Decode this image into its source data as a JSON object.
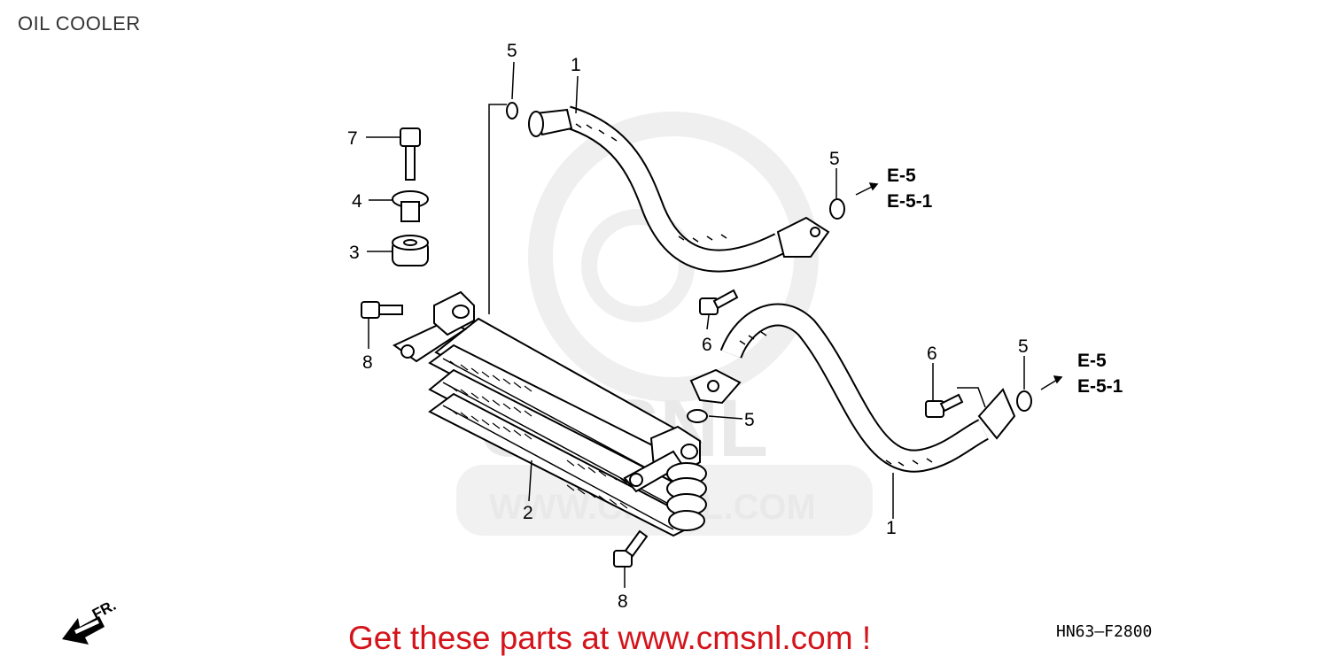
{
  "page_title": "OIL COOLER",
  "callouts": {
    "c5a": "5",
    "c1a": "1",
    "c7": "7",
    "c4": "4",
    "c3": "3",
    "c5b": "5",
    "c8a": "8",
    "c6a": "6",
    "c5c": "5",
    "c2": "2",
    "c8b": "8",
    "c6b": "6",
    "c5d": "5",
    "c1b": "1"
  },
  "references": {
    "ref1_line1": "E-5",
    "ref1_line2": "E-5-1",
    "ref2_line1": "E-5",
    "ref2_line2": "E-5-1"
  },
  "direction_label": "FR.",
  "watermark": {
    "text": "CMSNL",
    "url": "WWW.CMSNL.COM"
  },
  "footer": {
    "cta": "Get these parts at www.cmsnl.com !",
    "diagram_code": "HN63—F2800"
  },
  "colors": {
    "cta": "#d4141b",
    "line": "#000000",
    "watermark": "#e9e9e9"
  }
}
